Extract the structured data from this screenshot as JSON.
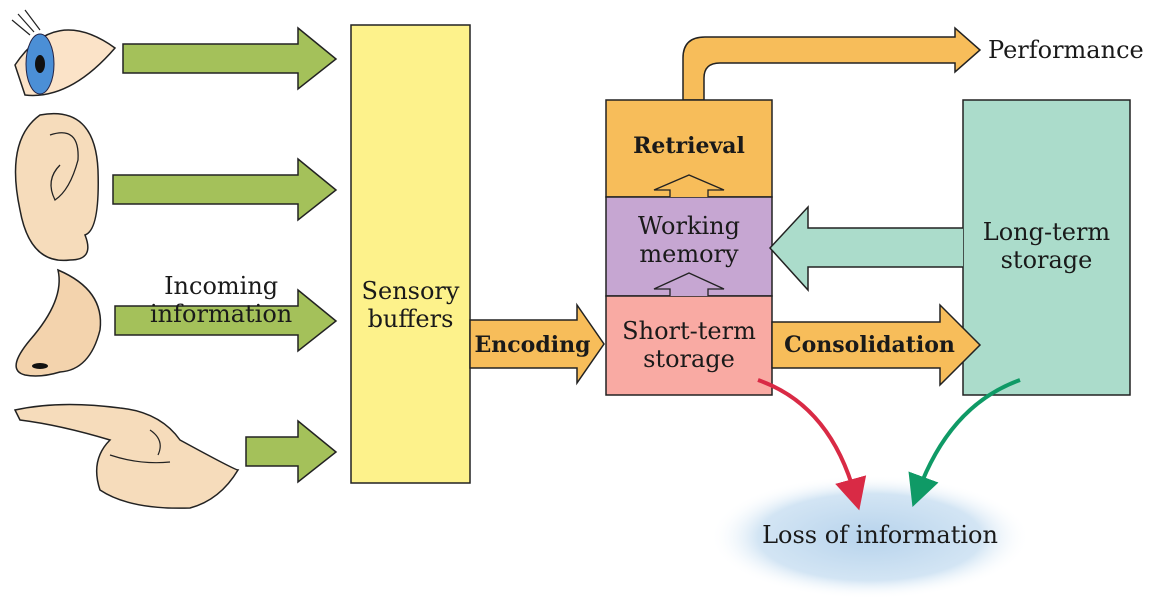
{
  "colors": {
    "sensory_arrow": "#a4c15a",
    "sensory_buffer": "#fdf28b",
    "orange": "#f7bd5a",
    "working_memory": "#c6a6d2",
    "short_term": "#f9aaa3",
    "long_term": "#abdccb",
    "loss_cloud": "#c8def0",
    "forget_short": "#d92a45",
    "forget_long": "#0f9a66"
  },
  "icons": [
    "eye-icon",
    "ear-icon",
    "nose-icon",
    "hand-icon"
  ],
  "labels": {
    "incoming": [
      "Incoming",
      "information"
    ],
    "sensory": [
      "Sensory",
      "buffers"
    ],
    "encoding": "Encoding",
    "retrieval": "Retrieval",
    "working": [
      "Working",
      "memory"
    ],
    "short_term": [
      "Short-term",
      "storage"
    ],
    "consolidation": "Consolidation",
    "long_term": [
      "Long-term",
      "storage"
    ],
    "performance": "Performance",
    "loss": "Loss of information"
  }
}
